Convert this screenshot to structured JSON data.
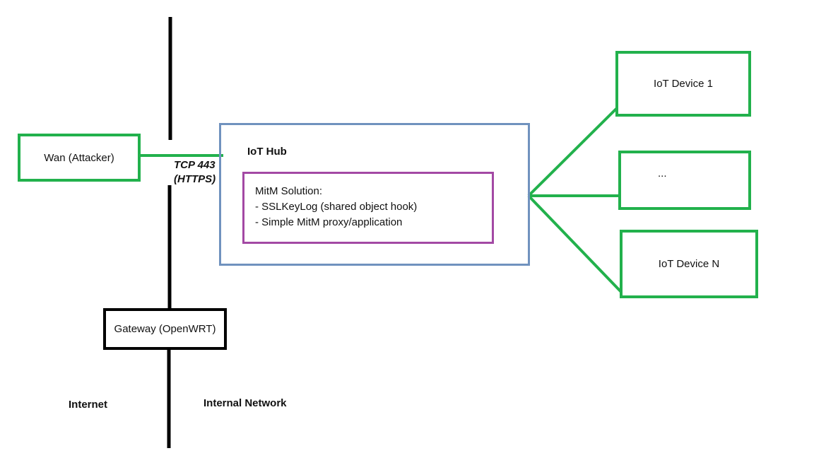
{
  "nodes": {
    "wan": "Wan (Attacker)",
    "iot_hub": "IoT Hub",
    "mitm": {
      "title": "MitM Solution:",
      "items": [
        "- SSLKeyLog (shared object hook)",
        "- Simple MitM proxy/application"
      ]
    },
    "device_1": "IoT Device 1",
    "device_mid": "...",
    "device_n": "IoT Device N",
    "gateway": "Gateway (OpenWRT)"
  },
  "labels": {
    "tcp_line1": "TCP 443",
    "tcp_line2": "(HTTPS)",
    "internet": "Internet",
    "internal_network": "Internal Network"
  },
  "colors": {
    "device_border": "#22b14c",
    "hub_border": "#7092be",
    "mitm_border": "#a349a4",
    "boundary": "#000000"
  }
}
